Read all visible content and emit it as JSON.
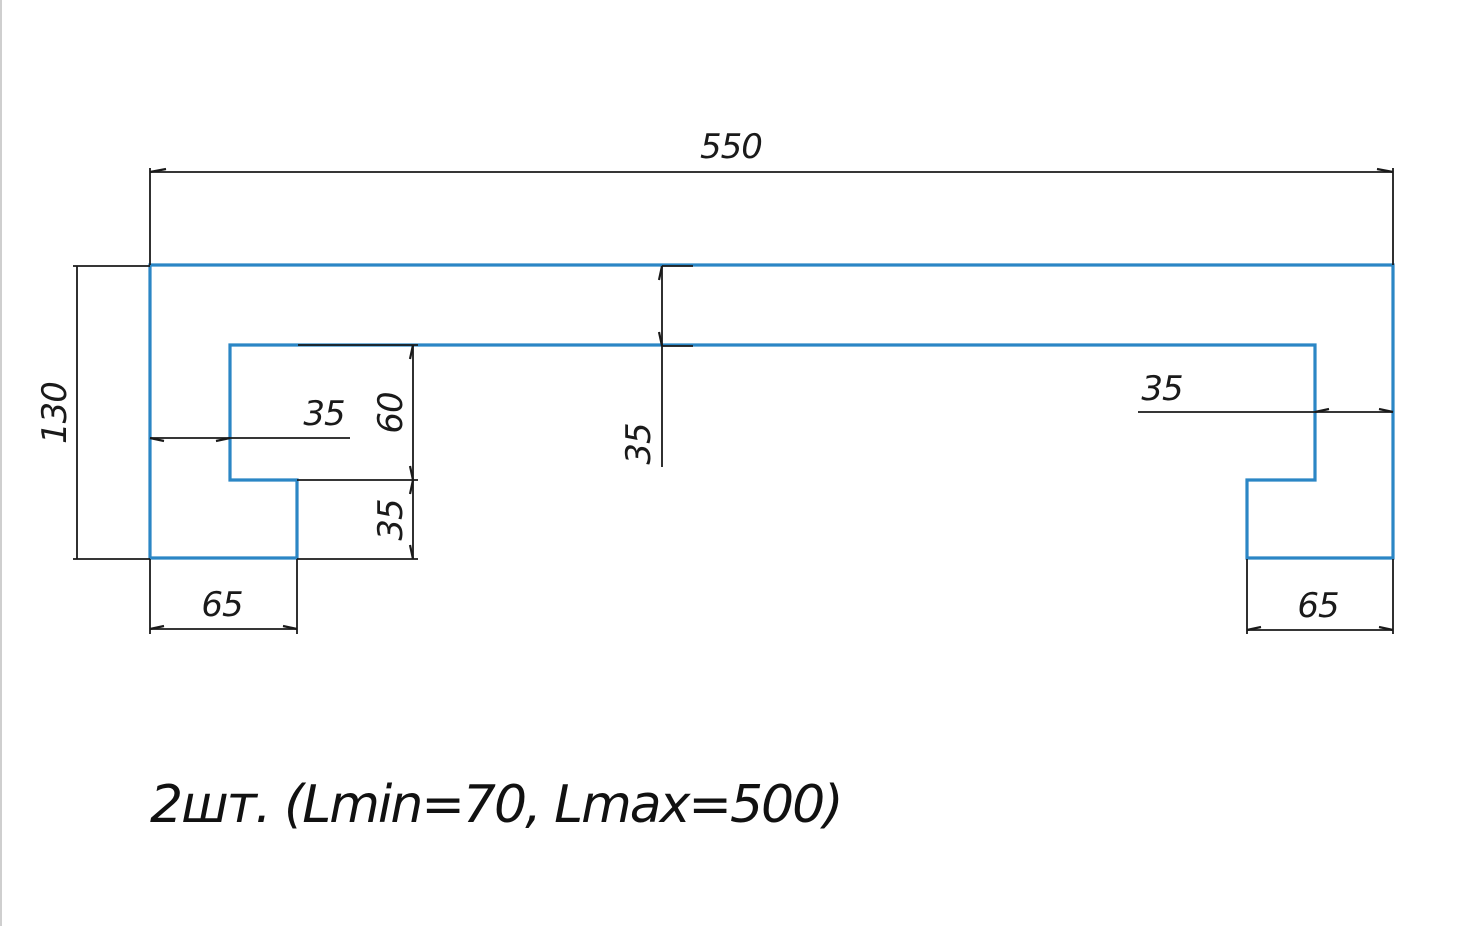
{
  "colors": {
    "outline": "#2b86c5",
    "dimension": "#1a1a1a",
    "background": "#ffffff"
  },
  "dimensions": {
    "overall_length": "550",
    "overall_height": "130",
    "left_inner_offset": "35",
    "left_inner_height": "60",
    "left_foot_height": "35",
    "left_foot_width": "65",
    "center_thickness": "35",
    "right_inner_offset": "35",
    "right_foot_width": "65"
  },
  "note": "2шт. (Lmin=70, Lmax=500)"
}
